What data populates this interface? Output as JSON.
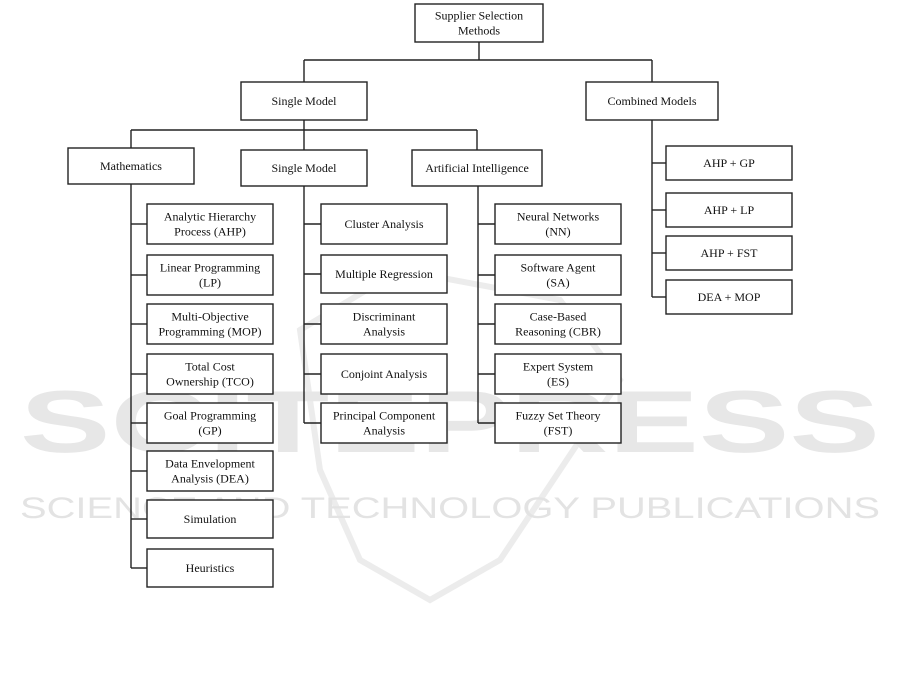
{
  "diagram": {
    "nodes": [
      {
        "id": "root",
        "lines": [
          "Supplier Selection",
          "Methods"
        ]
      },
      {
        "id": "single-model-top",
        "lines": [
          "Single Model"
        ]
      },
      {
        "id": "combined-models",
        "lines": [
          "Combined Models"
        ]
      },
      {
        "id": "mathematics",
        "lines": [
          "Mathematics"
        ]
      },
      {
        "id": "single-model-mid",
        "lines": [
          "Single Model"
        ]
      },
      {
        "id": "artificial-intelligence",
        "lines": [
          "Artificial Intelligence"
        ]
      },
      {
        "id": "ahp",
        "lines": [
          "Analytic Hierarchy",
          "Process (AHP)"
        ]
      },
      {
        "id": "lp",
        "lines": [
          "Linear Programming",
          "(LP)"
        ]
      },
      {
        "id": "mop",
        "lines": [
          "Multi-Objective",
          "Programming (MOP)"
        ]
      },
      {
        "id": "tco",
        "lines": [
          "Total Cost",
          "Ownership (TCO)"
        ]
      },
      {
        "id": "gp",
        "lines": [
          "Goal Programming",
          "(GP)"
        ]
      },
      {
        "id": "dea",
        "lines": [
          "Data Envelopment",
          "Analysis (DEA)"
        ]
      },
      {
        "id": "simulation",
        "lines": [
          "Simulation"
        ]
      },
      {
        "id": "heuristics",
        "lines": [
          "Heuristics"
        ]
      },
      {
        "id": "cluster",
        "lines": [
          "Cluster Analysis"
        ]
      },
      {
        "id": "multiple-regression",
        "lines": [
          "Multiple Regression"
        ]
      },
      {
        "id": "discriminant",
        "lines": [
          "Discriminant",
          "Analysis"
        ]
      },
      {
        "id": "conjoint",
        "lines": [
          "Conjoint Analysis"
        ]
      },
      {
        "id": "pca",
        "lines": [
          "Principal Component",
          "Analysis"
        ]
      },
      {
        "id": "nn",
        "lines": [
          "Neural Networks",
          "(NN)"
        ]
      },
      {
        "id": "sa",
        "lines": [
          "Software Agent",
          "(SA)"
        ]
      },
      {
        "id": "cbr",
        "lines": [
          "Case-Based",
          "Reasoning (CBR)"
        ]
      },
      {
        "id": "es",
        "lines": [
          "Expert System",
          "(ES)"
        ]
      },
      {
        "id": "fst",
        "lines": [
          "Fuzzy Set Theory",
          "(FST)"
        ]
      },
      {
        "id": "ahp-gp",
        "lines": [
          "AHP + GP"
        ]
      },
      {
        "id": "ahp-lp",
        "lines": [
          "AHP + LP"
        ]
      },
      {
        "id": "ahp-fst",
        "lines": [
          "AHP + FST"
        ]
      },
      {
        "id": "dea-mop",
        "lines": [
          "DEA + MOP"
        ]
      }
    ],
    "edges": [
      [
        "root",
        "single-model-top"
      ],
      [
        "root",
        "combined-models"
      ],
      [
        "single-model-top",
        "mathematics"
      ],
      [
        "single-model-top",
        "single-model-mid"
      ],
      [
        "single-model-top",
        "artificial-intelligence"
      ],
      [
        "mathematics",
        "ahp"
      ],
      [
        "mathematics",
        "lp"
      ],
      [
        "mathematics",
        "mop"
      ],
      [
        "mathematics",
        "tco"
      ],
      [
        "mathematics",
        "gp"
      ],
      [
        "mathematics",
        "dea"
      ],
      [
        "mathematics",
        "simulation"
      ],
      [
        "mathematics",
        "heuristics"
      ],
      [
        "single-model-mid",
        "cluster"
      ],
      [
        "single-model-mid",
        "multiple-regression"
      ],
      [
        "single-model-mid",
        "discriminant"
      ],
      [
        "single-model-mid",
        "conjoint"
      ],
      [
        "single-model-mid",
        "pca"
      ],
      [
        "artificial-intelligence",
        "nn"
      ],
      [
        "artificial-intelligence",
        "sa"
      ],
      [
        "artificial-intelligence",
        "cbr"
      ],
      [
        "artificial-intelligence",
        "es"
      ],
      [
        "artificial-intelligence",
        "fst"
      ],
      [
        "combined-models",
        "ahp-gp"
      ],
      [
        "combined-models",
        "ahp-lp"
      ],
      [
        "combined-models",
        "ahp-fst"
      ],
      [
        "combined-models",
        "dea-mop"
      ]
    ]
  },
  "watermark": {
    "main": "SCITEPRESS",
    "sub": "SCIENCE AND TECHNOLOGY PUBLICATIONS"
  }
}
